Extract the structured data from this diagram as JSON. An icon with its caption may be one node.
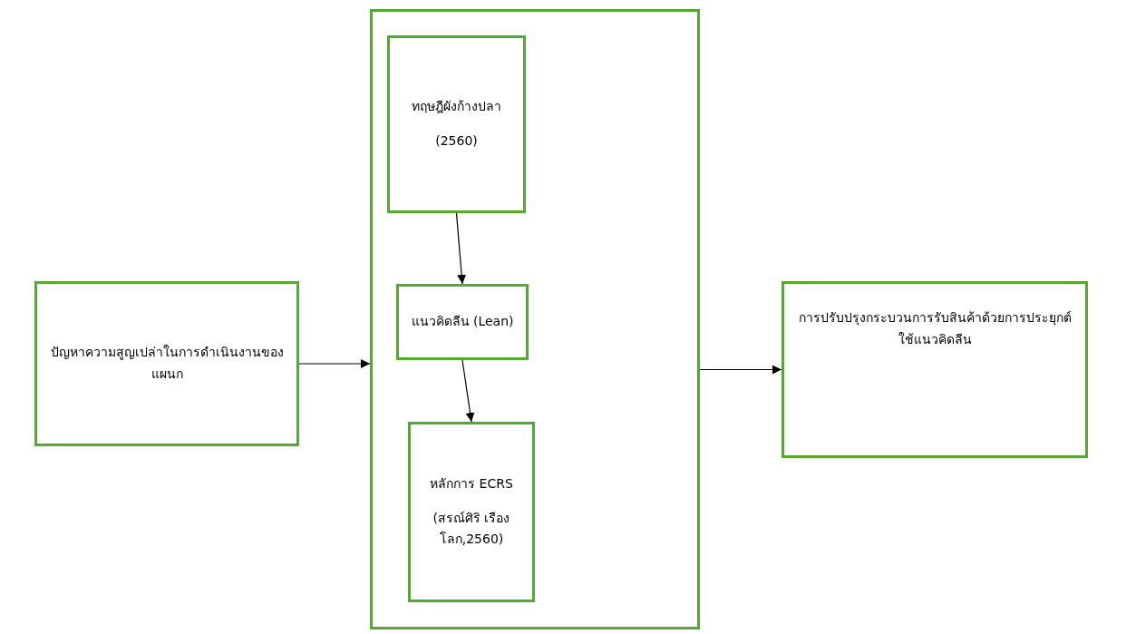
{
  "diagram": {
    "nodes": [
      {
        "text": [
          "ปัญหาความสูญเปล่าในการดำเนินงานของแผนก"
        ]
      },
      {
        "text": [],
        "shape": "box"
      },
      {
        "text": [
          "ทฤษฎีผังก้างปลา",
          "(2560)"
        ],
        "in": 1
      },
      {
        "text": [
          "แนวคิดลีน (Lean)"
        ],
        "in": 1
      },
      {
        "text": [
          "หลักการ ECRS",
          "(สรณ์ศิริ เรืองโลก,2560)"
        ],
        "in": 1
      },
      {
        "text": [
          "การปรับปรุงกระบวนการรับสินค้าด้วยการประยุกต์ใช้แนวคิดลีน"
        ]
      }
    ],
    "edges": [
      {
        "from": 0,
        "to": 1,
        "arrow": "to"
      },
      {
        "from": 2,
        "to": 3,
        "arrow": "to"
      },
      {
        "from": 3,
        "to": 4,
        "arrow": "to"
      },
      {
        "from": 1,
        "to": 5,
        "arrow": "to"
      }
    ]
  }
}
